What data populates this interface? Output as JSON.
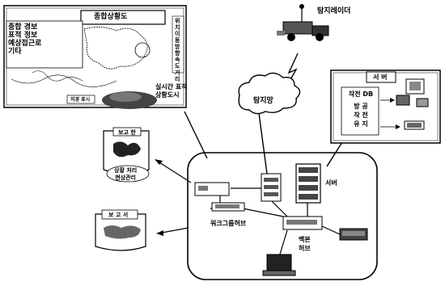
{
  "map_panel": {
    "title": "종합상황도",
    "left_lines": [
      "종합 경보",
      "표적 정보",
      "예상접근로",
      "기타"
    ],
    "right_lines": [
      "위치",
      "이동방향",
      "속도",
      "거리"
    ],
    "realtime_label": "실시간 표적\n상황도시",
    "bottom_tag": "지경 표시"
  },
  "radar": {
    "label": "탐지레이더"
  },
  "network": {
    "label": "탐지망"
  },
  "server_panel": {
    "title": "서 버",
    "lines": [
      "작전 DB",
      "방 공",
      "작 전",
      "유 지"
    ]
  },
  "lan": {
    "workgroup_hub": "워크그룹허브",
    "backbone_hub": "백본\n허브",
    "server": "서버"
  },
  "left_docs": {
    "doc1_title": "보고 한",
    "doc1_caption": "상황 처리\n현상관리",
    "doc2_title": "보 고 서"
  }
}
